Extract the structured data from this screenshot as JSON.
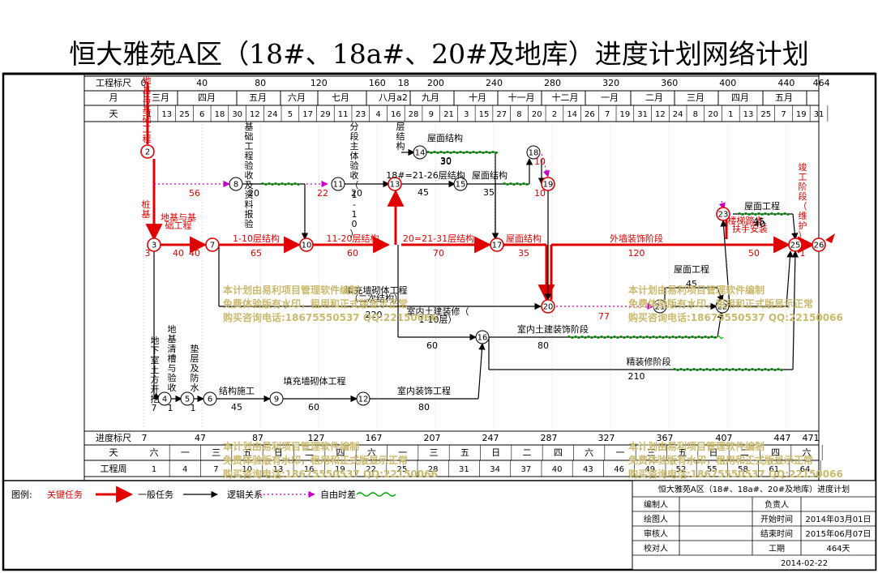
{
  "title": "恒大雅苑A区（18#、18a#、20#及地库）进度计划网络计划",
  "colors": {
    "critical": "#e00000",
    "normal": "#000000",
    "logic": "#000000",
    "free": "#cc00cc",
    "float": "#00b000",
    "watermark": "#cbb96e"
  },
  "top_scale": {
    "row_labels": [
      "工程标尺",
      "月",
      "天"
    ],
    "project_ticks": [
      "0",
      "40",
      "80",
      "120",
      "160",
      "18",
      "200",
      "240",
      "280",
      "320",
      "360",
      "400",
      "440",
      "464"
    ],
    "months": [
      "三月",
      "四月",
      "五月",
      "六月",
      "七月",
      "八月",
      "a2",
      "九月",
      "十月",
      "十一月",
      "十二月",
      "一月",
      "二月",
      "三月",
      "四月",
      "五月"
    ],
    "days": [
      "1",
      "13",
      "25",
      "6",
      "18",
      "30",
      "12",
      "24",
      "5",
      "17",
      "29",
      "11",
      "23",
      "4",
      "16",
      "28",
      "9",
      "21",
      "3",
      "15",
      "27",
      "8",
      "20",
      "2",
      "14",
      "26",
      "7",
      "19",
      "31",
      "12",
      "24",
      "8",
      "20",
      "1",
      "13",
      "25",
      "7",
      "19",
      "31"
    ]
  },
  "bottom_scale": {
    "row_labels": [
      "进度标尺",
      "天",
      "工程周"
    ],
    "progress_ticks": [
      "7",
      "47",
      "87",
      "127",
      "167",
      "207",
      "247",
      "287",
      "327",
      "367",
      "407",
      "447",
      "471"
    ],
    "weekdays": [
      "六",
      "一",
      "三",
      "五",
      "日",
      "二",
      "四",
      "六",
      "一",
      "三",
      "五",
      "日",
      "二",
      "四",
      "六",
      "一",
      "三",
      "五",
      "日",
      "二",
      "四",
      "六"
    ],
    "weeks": [
      "1",
      "4",
      "7",
      "10",
      "13",
      "16",
      "19",
      "22",
      "25",
      "28",
      "31",
      "34",
      "37",
      "40",
      "43",
      "46",
      "49",
      "52",
      "55",
      "58",
      "61",
      "64"
    ]
  },
  "nodes": [
    "2",
    "3",
    "7",
    "8",
    "10",
    "11",
    "13",
    "14",
    "15",
    "17",
    "18",
    "19",
    "20",
    "21",
    "22",
    "23",
    "25",
    "26",
    "4",
    "5",
    "6",
    "9",
    "12",
    "16"
  ],
  "tasks": [
    {
      "name": "地基与基础工程",
      "duration": "40"
    },
    {
      "name": "1-10层结构",
      "duration": "65"
    },
    {
      "name": "11-20层结构",
      "duration": "60"
    },
    {
      "name": "20=21-31层结构",
      "duration": "70"
    },
    {
      "name": "屋面结构",
      "duration": "35"
    },
    {
      "name": "外墙装饰阶段",
      "duration": "120"
    },
    {
      "name": "楼梯踏步、扶手安装",
      "duration": "50"
    },
    {
      "name": "屋面工程",
      "duration": "40"
    },
    {
      "name": "屋面工程",
      "duration": "45"
    },
    {
      "name": "填充墙砌体工程（二次结构）",
      "duration": "220"
    },
    {
      "name": "室内土建装修（1-10层）",
      "duration": "60"
    },
    {
      "name": "室内土建装饰阶段",
      "duration": "80"
    },
    {
      "name": "精装修阶段",
      "duration": "210"
    },
    {
      "name": "结构施工",
      "duration": "45"
    },
    {
      "name": "填充墙砌体工程",
      "duration": "60"
    },
    {
      "name": "室内装饰工程",
      "duration": "80"
    },
    {
      "name": "18#=21-26层结构",
      "duration": "45"
    },
    {
      "name": "屋面结构",
      "duration": "35"
    },
    {
      "name": "屋面结构",
      "duration": "30"
    }
  ],
  "vertical_labels": [
    "地基与基础工程",
    "基础工程验收及资料报验",
    "分段主体验收（1-10）",
    "层结构",
    "竣工阶段（维护）",
    "地下室土方开挖",
    "地基清槽与验收",
    "垫层及防水",
    "桩基"
  ],
  "annotations": [
    "56",
    "22",
    "20",
    "20",
    "30",
    "10",
    "10",
    "77",
    "45",
    "3",
    "40",
    "7",
    "1",
    "1",
    "1"
  ],
  "watermark": [
    "本计划由易利项目管理软件编制",
    "免费体验版有水印，租用和正式版显示正常",
    "购买咨询电话:18675550537 QQ:22150066"
  ],
  "legend": {
    "title": "图例:",
    "items": [
      "关键任务",
      "一般任务",
      "逻辑关系",
      "自由时差"
    ]
  },
  "info": {
    "title": "恒大雅苑A区（18#、18a#、20#及地库）进度计划",
    "rows": [
      [
        "编制人",
        "",
        "负责人",
        ""
      ],
      [
        "绘图人",
        "",
        "开始时间",
        "2014年03月01日"
      ],
      [
        "审核人",
        "",
        "结束时间",
        "2015年06月07日"
      ],
      [
        "校对人",
        "",
        "工期",
        "464天"
      ]
    ],
    "date": "2014-02-22"
  }
}
